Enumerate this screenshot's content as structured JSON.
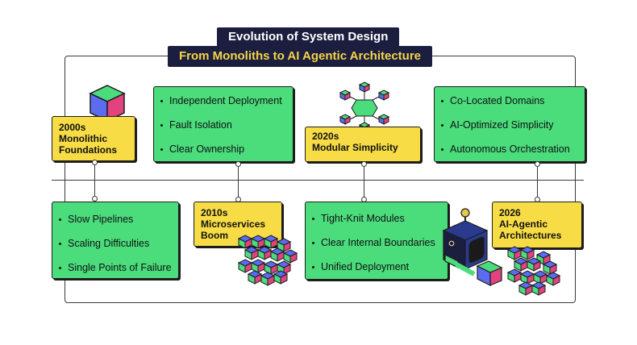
{
  "header": {
    "title": "Evolution of System Design",
    "subtitle": "From Monoliths to AI Agentic Architecture"
  },
  "colors": {
    "navy": "#1b1e3f",
    "subtitle_text": "#f5d547",
    "green": "#4bdc7c",
    "yellow": "#f7dc46",
    "cube_blue": "#5b6cf0",
    "cube_pink": "#e0437e",
    "cube_green": "#4bdc7c"
  },
  "eras": [
    {
      "year": "2000s",
      "name": "Monolithic Foundations",
      "points": [
        "Slow Pipelines",
        "Scaling Difficulties",
        "Single Points of Failure"
      ]
    },
    {
      "year": "2010s",
      "name": "Microservices Boom",
      "points": [
        "Independent Deployment",
        "Fault Isolation",
        "Clear Ownership"
      ]
    },
    {
      "year": "2020s",
      "name": "Modular Simplicity",
      "points": [
        "Tight-Knit Modules",
        "Clear Internal Boundaries",
        "Unified Deployment"
      ]
    },
    {
      "year": "2026",
      "name": "AI-Agentic Architectures",
      "points": [
        "Co-Located Domains",
        "AI-Optimized Simplicity",
        "Autonomous Orchestration"
      ]
    }
  ],
  "icons": {
    "monolith": "single-cube-icon",
    "microservices": "cube-cluster-icon",
    "modular": "hexagon-ring-icon",
    "agentic": "robot-icon"
  }
}
